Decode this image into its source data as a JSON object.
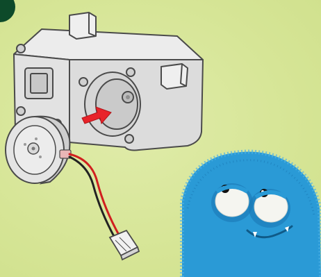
{
  "colors": {
    "background": "#d8e79a",
    "housing_fill": "#e6e6e6",
    "housing_stroke": "#4a4a4a",
    "arrow": "#e8232a",
    "wire_red": "#d01f1f",
    "wire_black": "#222222",
    "monster_fur": "#2a9ad6",
    "monster_fur_dark": "#1a78b4",
    "corner_badge": "#0d4a2a"
  },
  "illustration": {
    "objects": [
      "motor-housing",
      "motor-disc",
      "insert-arrow",
      "wire-connector",
      "blue-monster"
    ]
  }
}
